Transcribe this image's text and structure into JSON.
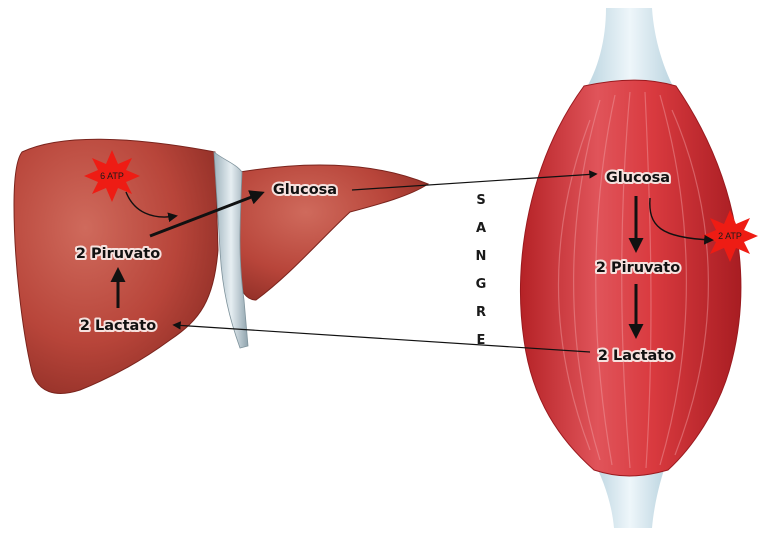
{
  "liver": {
    "atp_badge": "6 ATP",
    "glucose": "Glucosa",
    "pyruvate": "2 Piruvato",
    "lactate": "2 Lactato"
  },
  "muscle": {
    "atp_badge": "2 ATP",
    "glucose": "Glucosa",
    "pyruvate": "2 Piruvato",
    "lactate": "2 Lactato"
  },
  "blood_letters": [
    "S",
    "A",
    "N",
    "G",
    "R",
    "E"
  ],
  "colors": {
    "liver": "#b9453a",
    "muscle": "#cf2d2d",
    "tendon": "#d4e6ef",
    "star": "#ee1c14",
    "arrow": "#111111"
  }
}
